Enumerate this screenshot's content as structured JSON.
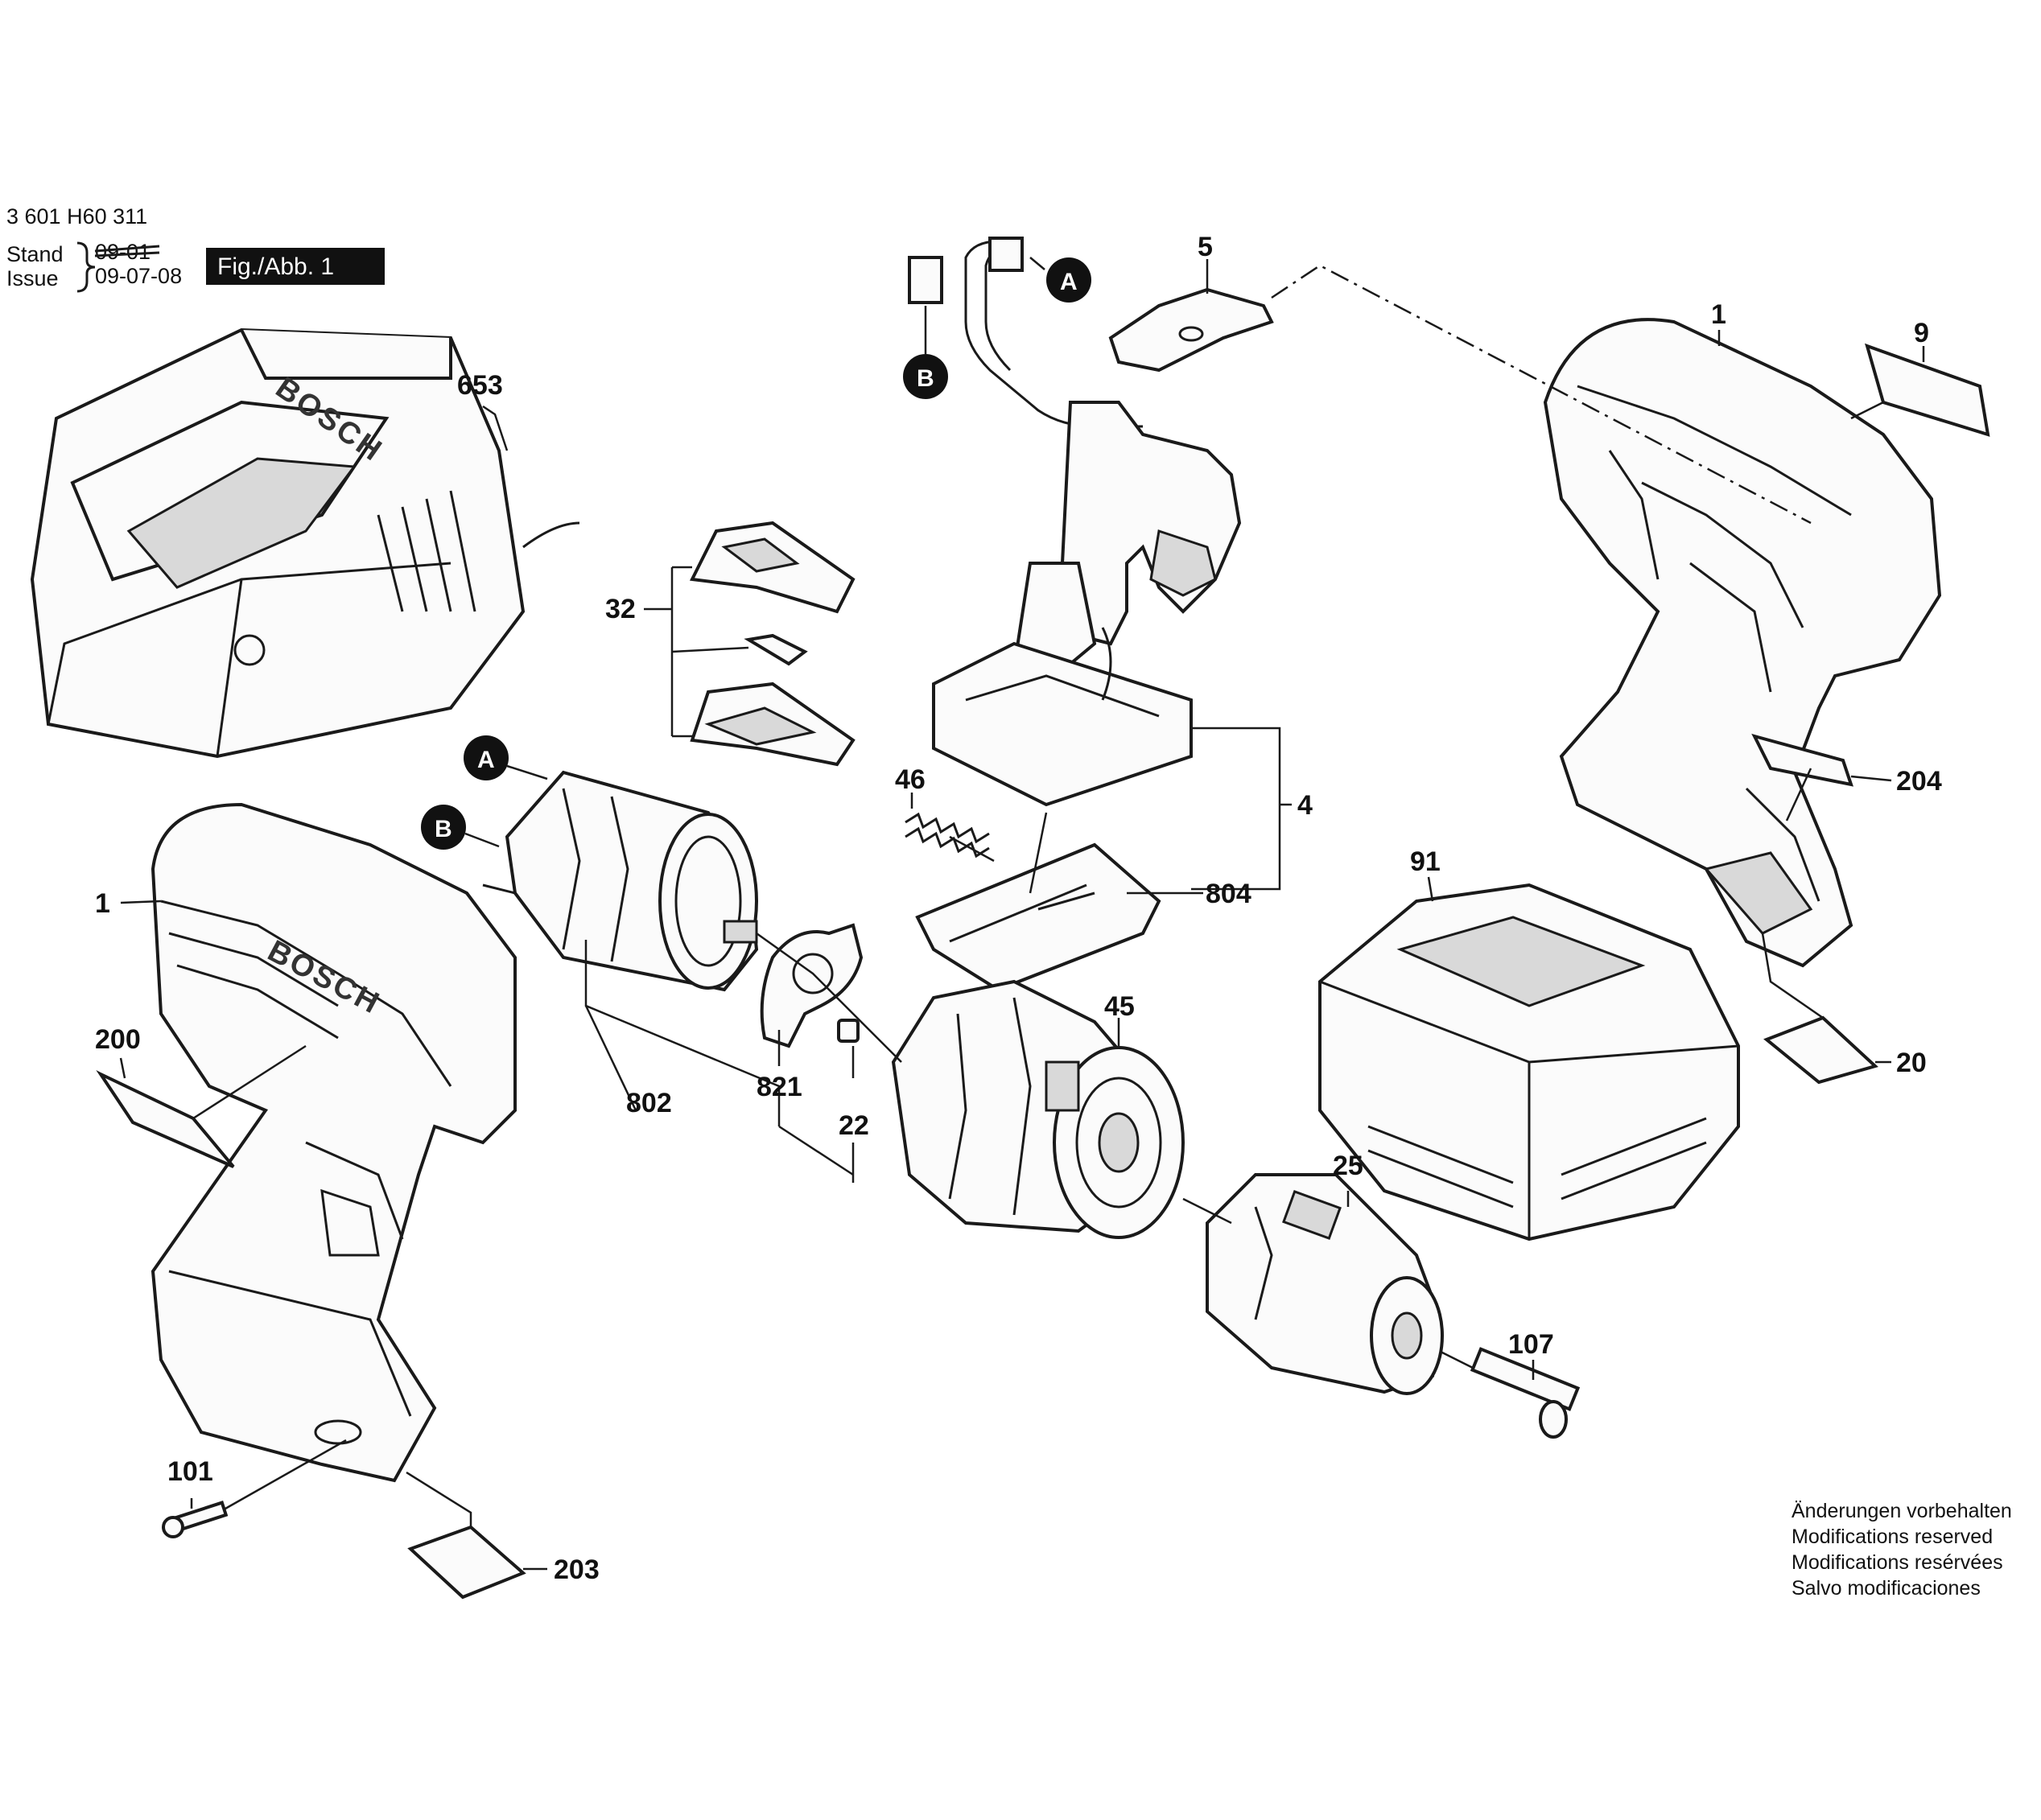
{
  "header": {
    "part_number": "3 601 H60 311",
    "stand_label": "Stand",
    "issue_label": "Issue",
    "stand_date_struck": "09-01",
    "issue_date": "09-07-08",
    "figure_label": "Fig./Abb. 1"
  },
  "brand_text": "BOSCH",
  "reference_markers": [
    "A",
    "B"
  ],
  "part_labels": [
    {
      "id": "653",
      "text": "653"
    },
    {
      "id": "1-left",
      "text": "1"
    },
    {
      "id": "200",
      "text": "200"
    },
    {
      "id": "101",
      "text": "101"
    },
    {
      "id": "203",
      "text": "203"
    },
    {
      "id": "32",
      "text": "32"
    },
    {
      "id": "802",
      "text": "802"
    },
    {
      "id": "821",
      "text": "821"
    },
    {
      "id": "22",
      "text": "22"
    },
    {
      "id": "5",
      "text": "5"
    },
    {
      "id": "46",
      "text": "46"
    },
    {
      "id": "4",
      "text": "4"
    },
    {
      "id": "804",
      "text": "804"
    },
    {
      "id": "45",
      "text": "45"
    },
    {
      "id": "25",
      "text": "25"
    },
    {
      "id": "107",
      "text": "107"
    },
    {
      "id": "91",
      "text": "91"
    },
    {
      "id": "1-right",
      "text": "1"
    },
    {
      "id": "9",
      "text": "9"
    },
    {
      "id": "204",
      "text": "204"
    },
    {
      "id": "20",
      "text": "20"
    }
  ],
  "notes": [
    "Änderungen vorbehalten",
    "Modifications reserved",
    "Modifications resérvées",
    "Salvo modificaciones"
  ]
}
